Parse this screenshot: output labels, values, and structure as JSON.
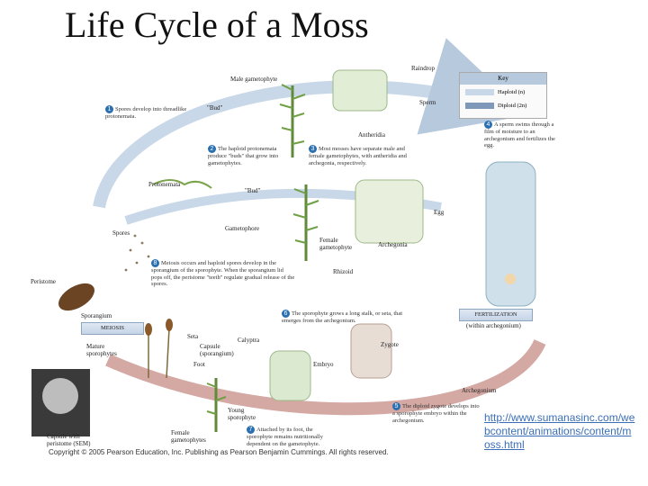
{
  "title": "Life Cycle of a Moss",
  "key": {
    "heading": "Key",
    "haploid": "Haploid (n)",
    "diploid": "Diploid (2n)",
    "haploid_color": "#c9d8e8",
    "diploid_color": "#7d98b8"
  },
  "labels": {
    "raindrop": "Raindrop",
    "male_gametophyte": "Male gametophyte",
    "sperm": "Sperm",
    "bud_1": "\"Bud\"",
    "antheridia": "Antheridia",
    "protonemata": "Protonemata",
    "bud_2": "\"Bud\"",
    "egg": "Egg",
    "spores": "Spores",
    "gametophore": "Gametophore",
    "female_gametophyte_1": "Female gametophyte",
    "archegonia": "Archegonia",
    "rhizoid": "Rhizoid",
    "peristome": "Peristome",
    "sporangium": "Sporangium",
    "seta": "Seta",
    "calyptra": "Calyptra",
    "capsule": "Capsule (sporangium)",
    "mature_sporophytes": "Mature sporophytes",
    "foot": "Foot",
    "zygote": "Zygote",
    "embryo": "Embryo",
    "archegonium": "Archegonium",
    "young_sporophyte": "Young sporophyte",
    "female_gametophyte_2": "Female gametophytes",
    "capsule_with_peristome": "Capsule with peristome (SEM)"
  },
  "steps": {
    "s1": {
      "num": "1",
      "text": "Spores develop into threadlike protonemata."
    },
    "s2": {
      "num": "2",
      "text": "The haploid protonemata produce \"buds\" that grow into gametophytes."
    },
    "s3": {
      "num": "3",
      "text": "Most mosses have separate male and female gametophytes, with antheridia and archegonia, respectively."
    },
    "s4": {
      "num": "4",
      "text": "A sperm swims through a film of moisture to an archegonium and fertilizes the egg."
    },
    "s5": {
      "num": "5",
      "text": "The diploid zygote develops into a sporophyte embryo within the archegonium."
    },
    "s6": {
      "num": "6",
      "text": "The sporophyte grows a long stalk, or seta, that emerges from the archegonium."
    },
    "s7": {
      "num": "7",
      "text": "Attached by its foot, the sporophyte remains nutritionally dependent on the gametophyte."
    },
    "s8": {
      "num": "8",
      "text": "Meiosis occurs and haploid spores develop in the sporangium of the sporophyte. When the sporangium lid pops off, the peristome \"teeth\" regulate gradual release of the spores."
    }
  },
  "banners": {
    "meiosis": "MEIOSIS",
    "fertilization": "FERTILIZATION",
    "within_archegonium": "(within archegonium)"
  },
  "copyright": "Copyright © 2005 Pearson Education, Inc. Publishing as Pearson Benjamin Cummings. All rights reserved.",
  "source_link": "http://www.sumanasinc.com/webcontent/animations/content/moss.html"
}
